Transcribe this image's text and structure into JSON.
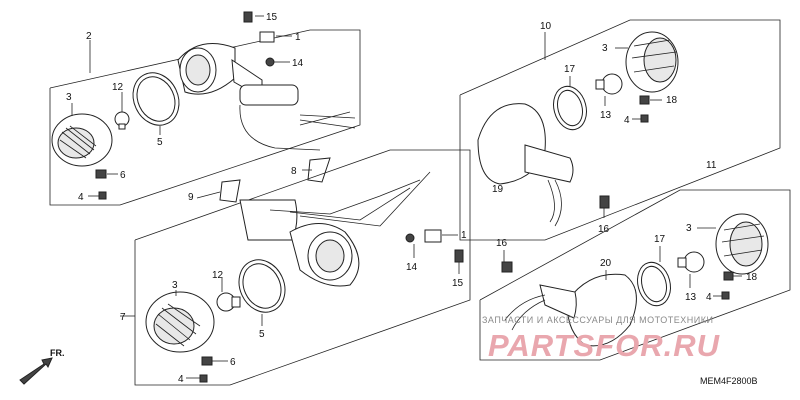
{
  "diagram_code": "MEM4F2800B",
  "front_label": "FR.",
  "watermark": {
    "line1": "ЗАПЧАСТИ И АКСЕССУАРЫ ДЛЯ МОТОТЕХНИКИ",
    "line2": "PARTSFOR.RU"
  },
  "callouts": {
    "n1a": "1",
    "n1b": "1",
    "n2": "2",
    "n3a": "3",
    "n3b": "3",
    "n3c": "3",
    "n3d": "3",
    "n4a": "4",
    "n4b": "4",
    "n4c": "4",
    "n4d": "4",
    "n5a": "5",
    "n5b": "5",
    "n6a": "6",
    "n6b": "6",
    "n7": "7",
    "n8": "8",
    "n9": "9",
    "n10": "10",
    "n11": "11",
    "n12a": "12",
    "n12b": "12",
    "n13a": "13",
    "n13b": "13",
    "n14a": "14",
    "n14b": "14",
    "n15a": "15",
    "n15b": "15",
    "n16a": "16",
    "n16b": "16",
    "n17a": "17",
    "n17b": "17",
    "n18a": "18",
    "n18b": "18",
    "n19": "19",
    "n20": "20"
  },
  "colors": {
    "lines": "#222222",
    "watermark_red": "#e9a7ae",
    "watermark_gray": "#8a8a8a"
  }
}
